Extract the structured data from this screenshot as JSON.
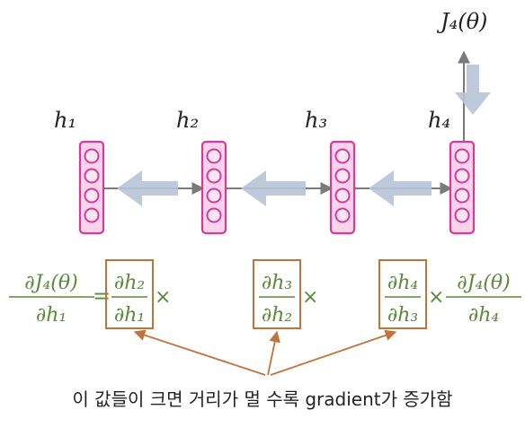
{
  "top_label": "J₄(θ)",
  "hidden_states": [
    {
      "label": "h₁",
      "sub": "1"
    },
    {
      "label": "h₂",
      "sub": "2"
    },
    {
      "label": "h₃",
      "sub": "3"
    },
    {
      "label": "h₄",
      "sub": "4"
    }
  ],
  "equation": {
    "lhs_num": "∂J₄(θ)",
    "lhs_den": "∂h₁",
    "equals": "=",
    "terms": [
      {
        "num": "∂h₂",
        "den": "∂h₁"
      },
      {
        "num": "∂h₃",
        "den": "∂h₂"
      },
      {
        "num": "∂h₄",
        "den": "∂h₃"
      },
      {
        "num": "∂J₄(θ)",
        "den": "∂h₄"
      }
    ],
    "times": "×"
  },
  "caption": "이 값들이 크면 거리가 멀 수록 gradient가 증가함",
  "colors": {
    "cell_stroke": "#d63a9a",
    "cell_fill": "#fbd3ea",
    "arrow_fill": "#b7c3d8",
    "line": "#7a7a7a",
    "equation": "#5a8a3a",
    "box": "#c0733a",
    "pointer": "#c0733a"
  }
}
